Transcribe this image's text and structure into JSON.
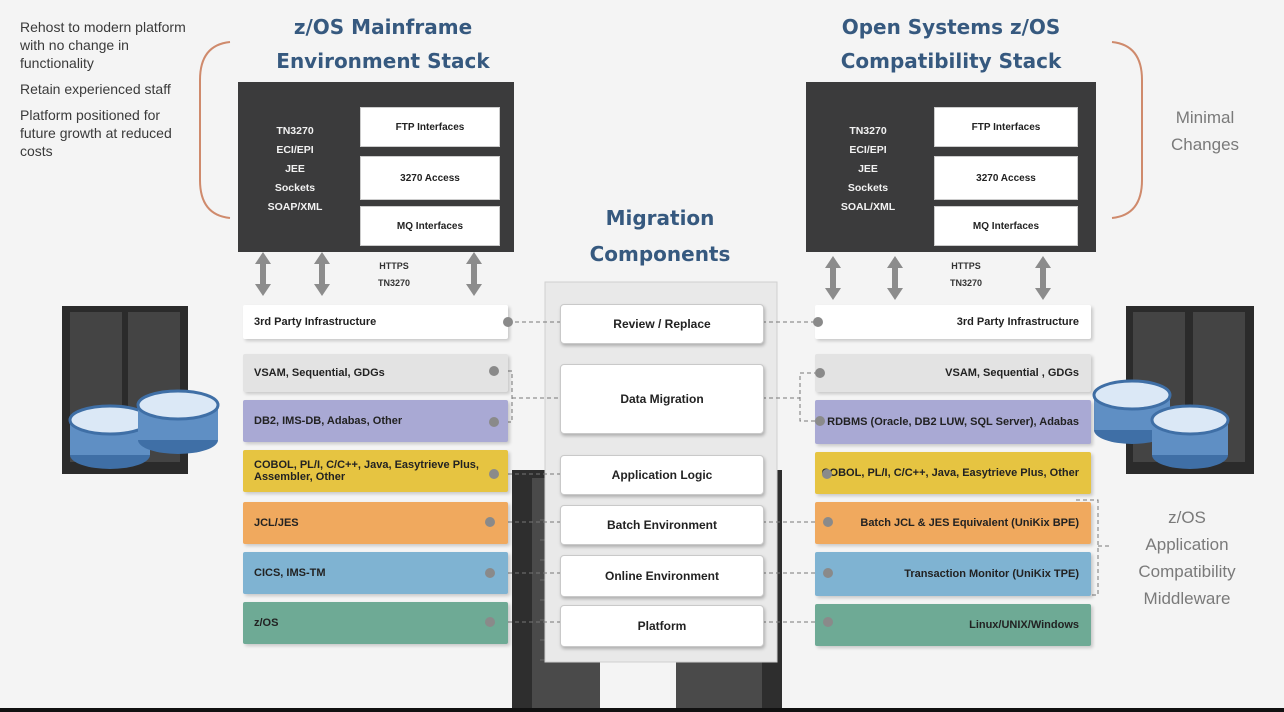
{
  "left_notes": [
    "Rehost to modern platform with no change in functionality",
    "Retain experienced staff",
    "Platform positioned for future growth at reduced costs"
  ],
  "left_stack": {
    "title_line1": "z/OS Mainframe",
    "title_line2": "Environment Stack",
    "protocols": [
      "TN3270",
      "ECI/EPI",
      "JEE",
      "Sockets",
      "SOAP/XML"
    ],
    "interfaces": [
      "FTP Interfaces",
      "3270 Access",
      "MQ Interfaces"
    ],
    "link_labels": [
      "HTTPS",
      "TN3270"
    ],
    "layers": [
      "3rd Party Infrastructure",
      "VSAM, Sequential, GDGs",
      "DB2, IMS-DB, Adabas, Other",
      "COBOL, PL/I, C/C++, Java, Easytrieve Plus, Assembler, Other",
      "JCL/JES",
      "CICS, IMS-TM",
      "z/OS"
    ]
  },
  "right_stack": {
    "title_line1": "Open Systems z/OS",
    "title_line2": "Compatibility Stack",
    "protocols": [
      "TN3270",
      "ECI/EPI",
      "JEE",
      "Sockets",
      "SOAL/XML"
    ],
    "interfaces": [
      "FTP Interfaces",
      "3270 Access",
      "MQ Interfaces"
    ],
    "link_labels": [
      "HTTPS",
      "TN3270"
    ],
    "layers": [
      "3rd Party Infrastructure",
      "VSAM, Sequential , GDGs",
      "RDBMS (Oracle, DB2 LUW, SQL Server), Adabas",
      "COBOL, PL/I, C/C++, Java, Easytrieve Plus, Other",
      "Batch JCL & JES Equivalent (UniKix BPE)",
      "Transaction Monitor (UniKix TPE)",
      "Linux/UNIX/Windows"
    ]
  },
  "migration": {
    "title_line1": "Migration",
    "title_line2": "Components",
    "components": [
      "Review / Replace",
      "Data Migration",
      "Application Logic",
      "Batch Environment",
      "Online Environment",
      "Platform"
    ]
  },
  "right_notes": {
    "minimal_changes": [
      "Minimal",
      "Changes"
    ],
    "middleware": [
      "z/OS",
      "Application",
      "Compatibility",
      "Middleware"
    ]
  },
  "colors": {
    "title_blue": "#36597f",
    "dark_box": "#3b3b3c",
    "white_layer": "#ffffff",
    "gray_layer": "#e3e3e3",
    "lavender_layer": "#a9a9d4",
    "yellow_layer": "#e6c441",
    "orange_layer": "#f0a95e",
    "blue_layer": "#7fb3d2",
    "green_layer": "#6eaa95",
    "bracket": "#cf8a6c"
  }
}
